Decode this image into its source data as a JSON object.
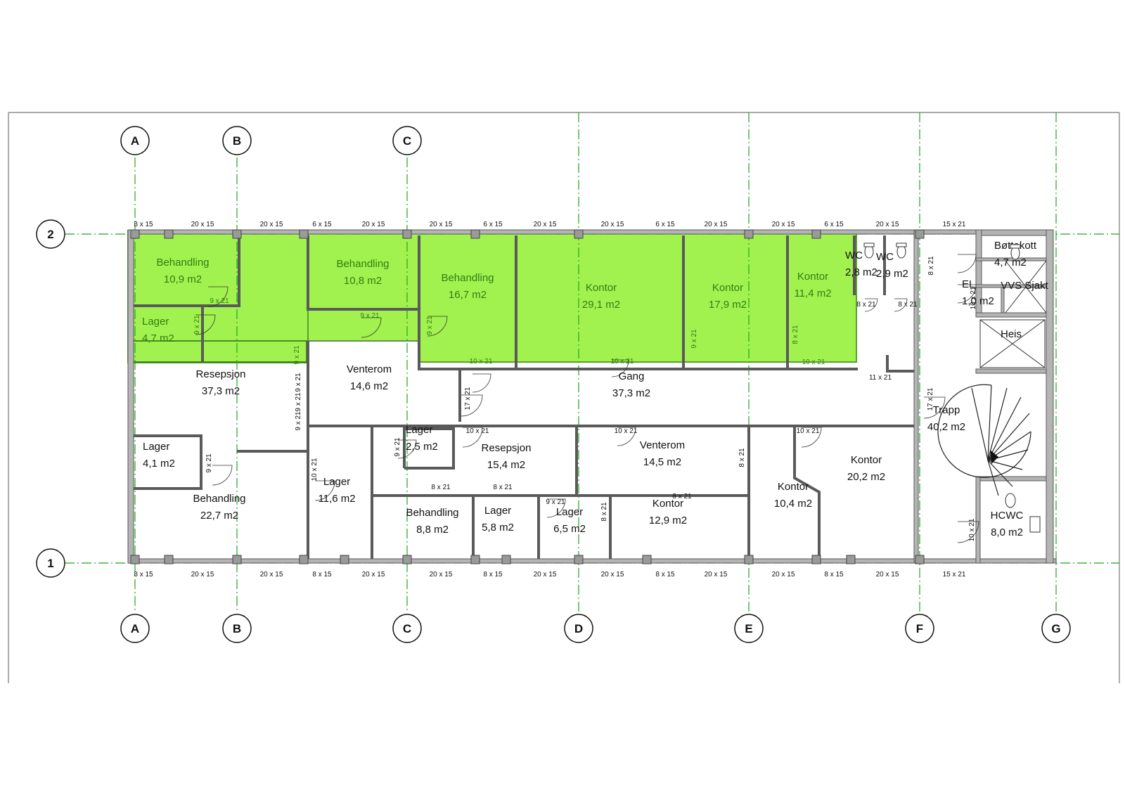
{
  "grid": {
    "columns": [
      "A",
      "B",
      "C",
      "D",
      "E",
      "F",
      "G"
    ],
    "rows": [
      "1",
      "2"
    ]
  },
  "rooms": [
    {
      "id": "r-behandling-1",
      "name": "Behandling",
      "area": "10,9 m2",
      "zone": "green"
    },
    {
      "id": "r-behandling-2",
      "name": "Behandling",
      "area": "10,8 m2",
      "zone": "green"
    },
    {
      "id": "r-behandling-3",
      "name": "Behandling",
      "area": "16,7 m2",
      "zone": "green"
    },
    {
      "id": "r-kontor-1",
      "name": "Kontor",
      "area": "29,1 m2",
      "zone": "green"
    },
    {
      "id": "r-kontor-2",
      "name": "Kontor",
      "area": "17,9 m2",
      "zone": "green"
    },
    {
      "id": "r-kontor-3",
      "name": "Kontor",
      "area": "11,4 m2",
      "zone": "green"
    },
    {
      "id": "r-lager-1",
      "name": "Lager",
      "area": "4,7 m2",
      "zone": "green"
    },
    {
      "id": "r-wc-1",
      "name": "WC",
      "area": "2,8 m2",
      "zone": "none"
    },
    {
      "id": "r-wc-2",
      "name": "WC",
      "area": "2,9 m2",
      "zone": "none"
    },
    {
      "id": "r-bottekott",
      "name": "Bøttekott",
      "area": "4,7 m2",
      "zone": "none"
    },
    {
      "id": "r-el",
      "name": "EL",
      "area": "1,0 m2",
      "zone": "none"
    },
    {
      "id": "r-vvs",
      "name": "VVS Sjakt",
      "area": "",
      "zone": "none"
    },
    {
      "id": "r-heis",
      "name": "Heis",
      "area": "",
      "zone": "none"
    },
    {
      "id": "r-resepsjon-1",
      "name": "Resepsjon",
      "area": "37,3 m2",
      "zone": "none"
    },
    {
      "id": "r-venterom-1",
      "name": "Venterom",
      "area": "14,6 m2",
      "zone": "none"
    },
    {
      "id": "r-gang",
      "name": "Gang",
      "area": "37,3 m2",
      "zone": "none"
    },
    {
      "id": "r-trapp",
      "name": "Trapp",
      "area": "40,2 m2",
      "zone": "none"
    },
    {
      "id": "r-lager-2",
      "name": "Lager",
      "area": "4,1 m2",
      "zone": "none"
    },
    {
      "id": "r-behandling-4",
      "name": "Behandling",
      "area": "22,7 m2",
      "zone": "none"
    },
    {
      "id": "r-lager-3",
      "name": "Lager",
      "area": "11,6 m2",
      "zone": "none"
    },
    {
      "id": "r-lager-4",
      "name": "Lager",
      "area": "2,5 m2",
      "zone": "none"
    },
    {
      "id": "r-resepsjon-2",
      "name": "Resepsjon",
      "area": "15,4 m2",
      "zone": "none"
    },
    {
      "id": "r-venterom-2",
      "name": "Venterom",
      "area": "14,5 m2",
      "zone": "none"
    },
    {
      "id": "r-behandling-5",
      "name": "Behandling",
      "area": "8,8 m2",
      "zone": "none"
    },
    {
      "id": "r-lager-5",
      "name": "Lager",
      "area": "5,8 m2",
      "zone": "none"
    },
    {
      "id": "r-lager-6",
      "name": "Lager",
      "area": "6,5 m2",
      "zone": "none"
    },
    {
      "id": "r-kontor-4",
      "name": "Kontor",
      "area": "12,9 m2",
      "zone": "none"
    },
    {
      "id": "r-kontor-5",
      "name": "Kontor",
      "area": "10,4 m2",
      "zone": "none"
    },
    {
      "id": "r-kontor-6",
      "name": "Kontor",
      "area": "20,2 m2",
      "zone": "none"
    },
    {
      "id": "r-hcwc",
      "name": "HCWC",
      "area": "8,0 m2",
      "zone": "none"
    }
  ],
  "window_labels_top": [
    "8 x 15",
    "20 x 15",
    "20 x 15",
    "6 x 15",
    "20 x 15",
    "20 x 15",
    "6 x 15",
    "20 x 15",
    "20 x 15",
    "6 x 15",
    "20 x 15",
    "20 x 15",
    "6 x 15",
    "20 x 15",
    "15 x 21"
  ],
  "window_labels_bottom": [
    "8 x 15",
    "20 x 15",
    "20 x 15",
    "8 x 15",
    "20 x 15",
    "20 x 15",
    "8 x 15",
    "20 x 15",
    "20 x 15",
    "8 x 15",
    "20 x 15",
    "20 x 15",
    "8 x 15",
    "20 x 15",
    "15 x 21"
  ],
  "door_labels": [
    {
      "id": "d1",
      "text": "9 x 21",
      "zone": "green"
    },
    {
      "id": "d2",
      "text": "9 x 21",
      "zone": "green"
    },
    {
      "id": "d3",
      "text": "9 x 21",
      "zone": "green"
    },
    {
      "id": "d4",
      "text": "9 x 21",
      "zone": "green"
    },
    {
      "id": "d5",
      "text": "10 x 21",
      "zone": "green"
    },
    {
      "id": "d6",
      "text": "10 x 21",
      "zone": "green"
    },
    {
      "id": "d7",
      "text": "9 x 21",
      "zone": "green"
    },
    {
      "id": "d8",
      "text": "8 x 21",
      "zone": "green"
    },
    {
      "id": "d9",
      "text": "10 x 21",
      "zone": "green"
    },
    {
      "id": "d10",
      "text": "9 x 21",
      "zone": "green"
    },
    {
      "id": "d11",
      "text": "8 x 21",
      "zone": "none"
    },
    {
      "id": "d12",
      "text": "8 x 21",
      "zone": "none"
    },
    {
      "id": "d13",
      "text": "8 x 21",
      "zone": "none"
    },
    {
      "id": "d14",
      "text": "10 x 21",
      "zone": "none"
    },
    {
      "id": "d15",
      "text": "11 x 21",
      "zone": "none"
    },
    {
      "id": "d16",
      "text": "17 x 21",
      "zone": "none"
    },
    {
      "id": "d17",
      "text": "9 x 21",
      "zone": "none"
    },
    {
      "id": "d18",
      "text": "9 x 21",
      "zone": "none"
    },
    {
      "id": "d19",
      "text": "9 x 21",
      "zone": "none"
    },
    {
      "id": "d20",
      "text": "17 x 21",
      "zone": "none"
    },
    {
      "id": "d21",
      "text": "10 x 21",
      "zone": "none"
    },
    {
      "id": "d22",
      "text": "9 x 21",
      "zone": "none"
    },
    {
      "id": "d23",
      "text": "9 x 21",
      "zone": "none"
    },
    {
      "id": "d24",
      "text": "10 x 21",
      "zone": "none"
    },
    {
      "id": "d25",
      "text": "10 x 21",
      "zone": "none"
    },
    {
      "id": "d26",
      "text": "8 x 21",
      "zone": "none"
    },
    {
      "id": "d27",
      "text": "10 x 21",
      "zone": "none"
    },
    {
      "id": "d28",
      "text": "8 x 21",
      "zone": "none"
    },
    {
      "id": "d29",
      "text": "8 x 21",
      "zone": "none"
    },
    {
      "id": "d30",
      "text": "9 x 21",
      "zone": "none"
    },
    {
      "id": "d31",
      "text": "8 x 21",
      "zone": "none"
    },
    {
      "id": "d32",
      "text": "8 x 21",
      "zone": "none"
    },
    {
      "id": "d33",
      "text": "10 x 21",
      "zone": "none"
    }
  ],
  "colors": {
    "highlight_fill": "#a2f24f",
    "highlight_text": "#2f7d14",
    "gridline": "#1ea51e",
    "wall": "#6b6b6b",
    "wall_fill": "#b4b4b4"
  }
}
